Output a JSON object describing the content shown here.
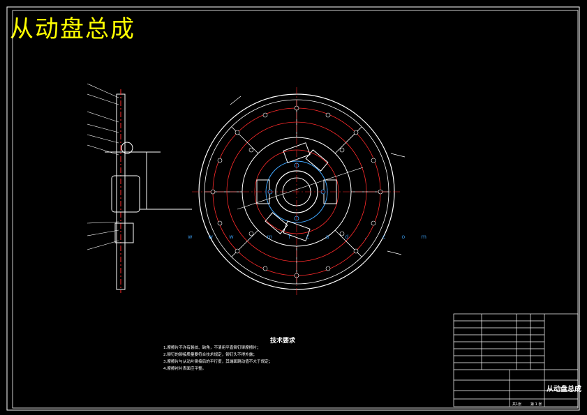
{
  "drawing": {
    "title": "从动盘总成",
    "requirements_title": "技术要求",
    "requirements": [
      "1.摩擦片不许有裂纹、缺角，不清用平直铆钉铆摩擦片；",
      "2.铆钉的铆接质量要符合技术规定，铆钉头不得外露；",
      "3.摩擦片与从动片铆接后的平行度，其端面跳动值不大于规定；",
      "4.摩擦衬片表面应平整。"
    ],
    "watermark": "www.mfcad.com",
    "title_block": {
      "drawing_name": "从动盘总成",
      "sheet": "第 1 张",
      "total": "共1张"
    }
  },
  "colors": {
    "line_white": "#ffffff",
    "line_red": "#ff2a2a",
    "line_blue": "#3fa7ff",
    "title_yellow": "#ffff00",
    "background": "#000000"
  }
}
